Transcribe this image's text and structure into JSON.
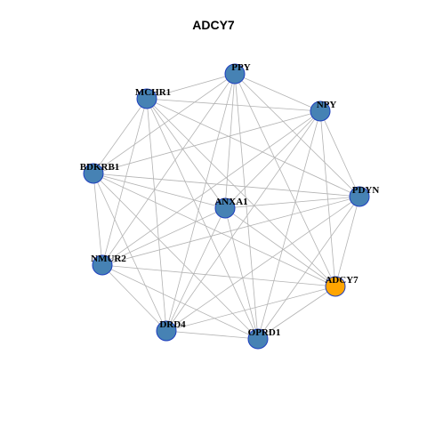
{
  "title": "ADCY7",
  "colors": {
    "node_default": "#4682b4",
    "node_highlight": "#ffa500",
    "node_border": "#1f3fbf",
    "edge": "#b3b3b3"
  },
  "nodes": [
    {
      "id": "PPY",
      "label": "PPY"
    },
    {
      "id": "MCHR1",
      "label": "MCHR1"
    },
    {
      "id": "NPY",
      "label": "NPY"
    },
    {
      "id": "BDKRB1",
      "label": "BDKRB1"
    },
    {
      "id": "PDYN",
      "label": "PDYN"
    },
    {
      "id": "ANXA1",
      "label": "ANXA1"
    },
    {
      "id": "NMUR2",
      "label": "NMUR2"
    },
    {
      "id": "ADCY7",
      "label": "ADCY7",
      "highlight": true
    },
    {
      "id": "DRD4",
      "label": "DRD4"
    },
    {
      "id": "OPRD1",
      "label": "OPRD1"
    }
  ],
  "edges": [
    [
      "PPY",
      "MCHR1"
    ],
    [
      "PPY",
      "NPY"
    ],
    [
      "PPY",
      "BDKRB1"
    ],
    [
      "PPY",
      "PDYN"
    ],
    [
      "PPY",
      "ANXA1"
    ],
    [
      "PPY",
      "NMUR2"
    ],
    [
      "PPY",
      "ADCY7"
    ],
    [
      "PPY",
      "DRD4"
    ],
    [
      "PPY",
      "OPRD1"
    ],
    [
      "MCHR1",
      "NPY"
    ],
    [
      "MCHR1",
      "BDKRB1"
    ],
    [
      "MCHR1",
      "PDYN"
    ],
    [
      "MCHR1",
      "ANXA1"
    ],
    [
      "MCHR1",
      "NMUR2"
    ],
    [
      "MCHR1",
      "ADCY7"
    ],
    [
      "MCHR1",
      "DRD4"
    ],
    [
      "MCHR1",
      "OPRD1"
    ],
    [
      "NPY",
      "BDKRB1"
    ],
    [
      "NPY",
      "PDYN"
    ],
    [
      "NPY",
      "ANXA1"
    ],
    [
      "NPY",
      "NMUR2"
    ],
    [
      "NPY",
      "ADCY7"
    ],
    [
      "NPY",
      "DRD4"
    ],
    [
      "NPY",
      "OPRD1"
    ],
    [
      "BDKRB1",
      "PDYN"
    ],
    [
      "BDKRB1",
      "ANXA1"
    ],
    [
      "BDKRB1",
      "NMUR2"
    ],
    [
      "BDKRB1",
      "ADCY7"
    ],
    [
      "BDKRB1",
      "DRD4"
    ],
    [
      "BDKRB1",
      "OPRD1"
    ],
    [
      "PDYN",
      "ANXA1"
    ],
    [
      "PDYN",
      "NMUR2"
    ],
    [
      "PDYN",
      "ADCY7"
    ],
    [
      "PDYN",
      "DRD4"
    ],
    [
      "PDYN",
      "OPRD1"
    ],
    [
      "ANXA1",
      "NMUR2"
    ],
    [
      "ANXA1",
      "ADCY7"
    ],
    [
      "ANXA1",
      "DRD4"
    ],
    [
      "ANXA1",
      "OPRD1"
    ],
    [
      "NMUR2",
      "ADCY7"
    ],
    [
      "NMUR2",
      "DRD4"
    ],
    [
      "NMUR2",
      "OPRD1"
    ],
    [
      "ADCY7",
      "DRD4"
    ],
    [
      "ADCY7",
      "OPRD1"
    ],
    [
      "DRD4",
      "OPRD1"
    ]
  ]
}
